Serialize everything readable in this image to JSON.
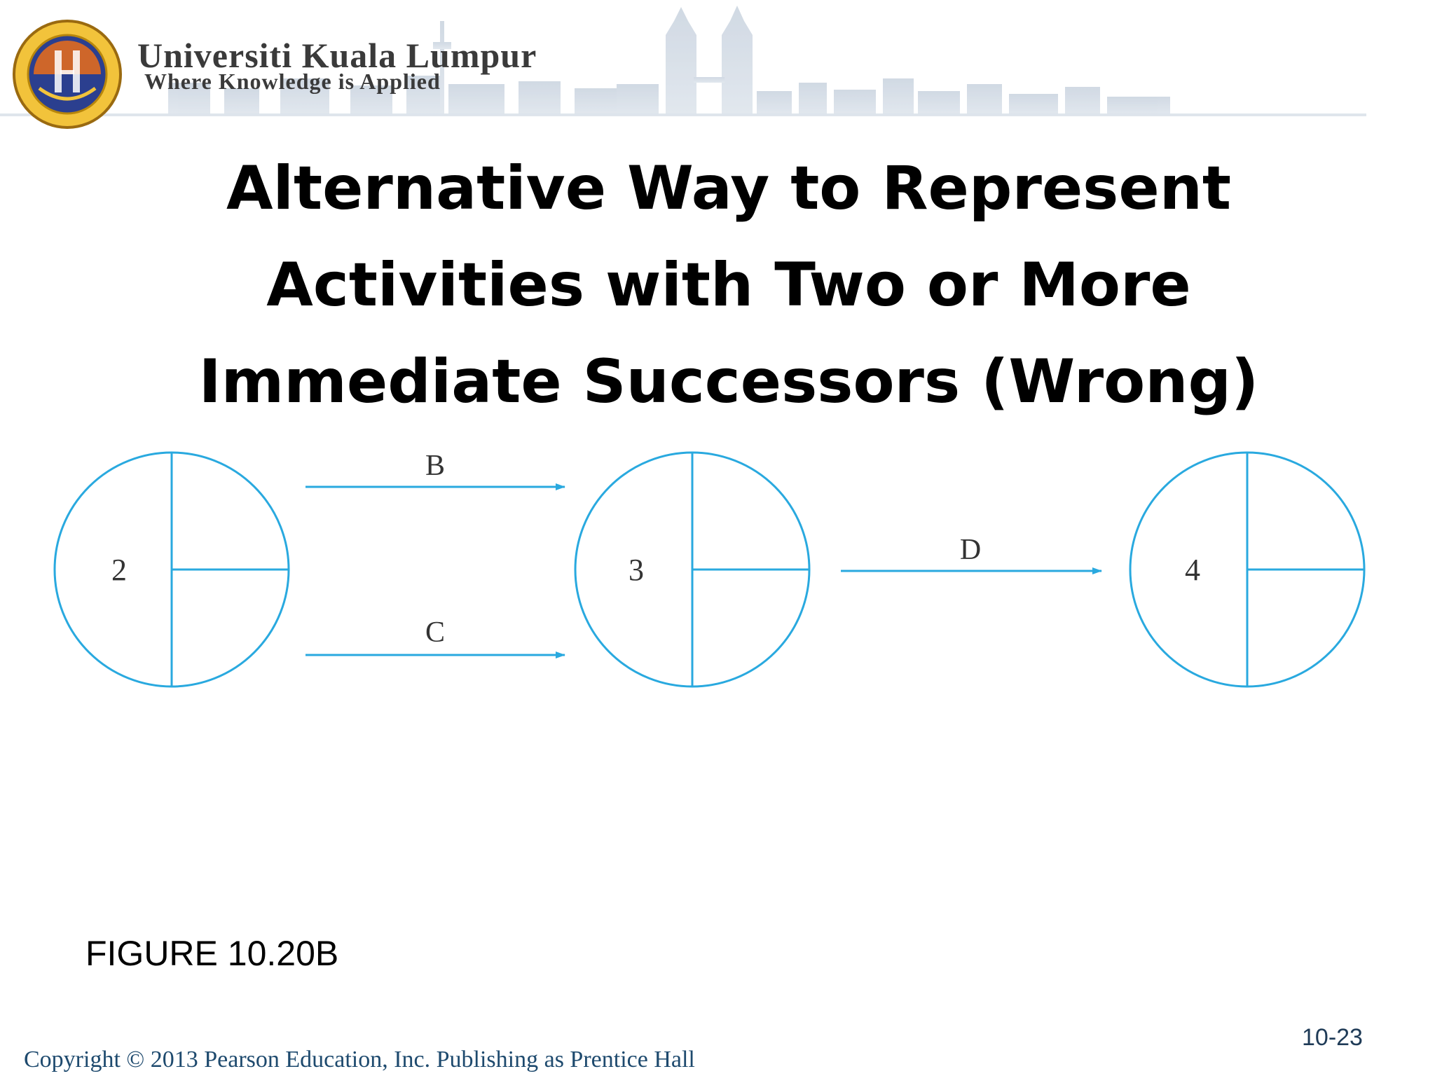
{
  "header": {
    "university_name": "Universiti Kuala Lumpur",
    "tagline": "Where Knowledge is Applied",
    "logo_icon": "unikl-seal-icon"
  },
  "slide": {
    "title_lines": [
      "Alternative Way to Represent",
      "Activities with Two or More",
      "Immediate Successors (Wrong)"
    ],
    "figure_label": "FIGURE 10.20B",
    "page_number": "10-23",
    "copyright": "Copyright © 2013 Pearson Education, Inc. Publishing as Prentice Hall"
  },
  "diagram": {
    "stroke_color": "#29a9df",
    "nodes": [
      {
        "label": "2"
      },
      {
        "label": "3"
      },
      {
        "label": "4"
      }
    ],
    "arrows": [
      {
        "label": "B",
        "from": "2",
        "to": "3"
      },
      {
        "label": "C",
        "from": "2",
        "to": "3"
      },
      {
        "label": "D",
        "from": "3",
        "to": "4"
      }
    ]
  }
}
